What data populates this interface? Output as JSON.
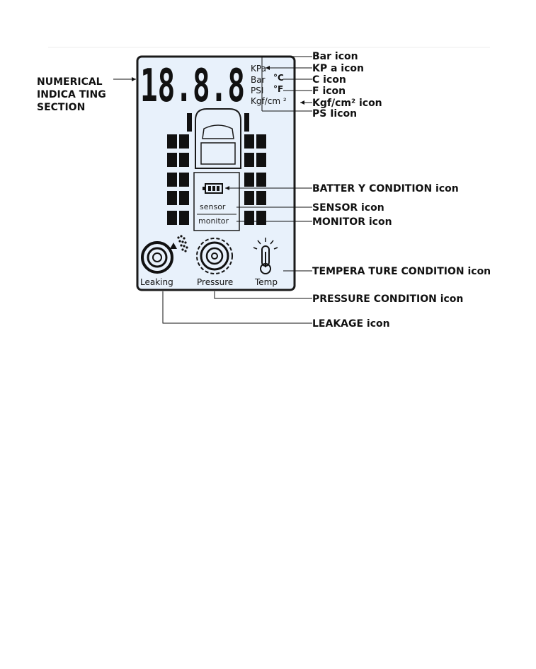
{
  "display": {
    "digits": "18.8.8",
    "units": {
      "kpa": "KPa",
      "bar": "Bar",
      "psi": "PSI",
      "kgf": "Kgf/cm ²",
      "celsius": "°C",
      "fahrenheit": "°F"
    },
    "sensor_label": "sensor",
    "monitor_label": "monitor",
    "status_labels": {
      "leaking": "Leaking",
      "pressure": "Pressure",
      "temp": "Temp"
    }
  },
  "callouts": {
    "numerical_line1": "NUMERICAL",
    "numerical_line2": "INDICA TING",
    "numerical_line3": "SECTION",
    "bar_icon": "Bar icon",
    "kpa_icon": "KP a icon",
    "c_icon": "C icon",
    "f_icon": "F icon",
    "kgf_icon": "Kgf/cm² icon",
    "psi_icon": "PS Iicon",
    "battery": "BATTER  Y CONDITION icon",
    "sensor": "SENSOR icon",
    "monitor": "MONITOR icon",
    "temperature": "TEMPERA  TURE CONDITION icon",
    "pressure": "PRESSURE CONDITION icon",
    "leakage": "LEAKAGE icon"
  },
  "colors": {
    "lcd_background": "#e8f1fb",
    "lcd_border": "#1a1a1a",
    "ink": "#111111"
  },
  "icons": [
    "battery-icon",
    "car-icon",
    "tire-icon",
    "thermometer-icon"
  ]
}
